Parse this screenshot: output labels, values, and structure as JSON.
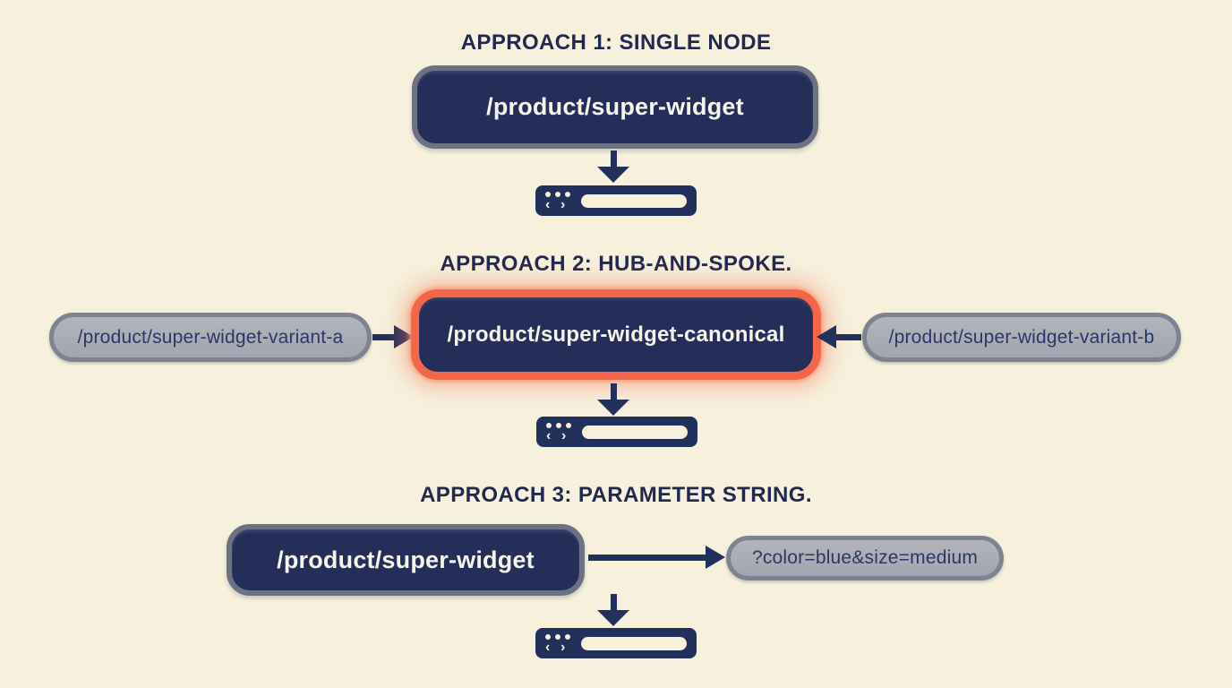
{
  "background": "#f6f0dc",
  "colors": {
    "navy_fill": "#242e58",
    "navy_border": "#6b7283",
    "title_text": "#21294f",
    "white_text": "#f5f3ea",
    "orange_accent": "#f4664a",
    "orange_glow": "#f77d5a",
    "gray_fill": "#aaadb5",
    "gray_border": "#7d8390",
    "gray_text": "#2b3766",
    "arrow": "#22305c"
  },
  "icons": {
    "browser_back_chevron": "‹",
    "browser_forward_chevron": "›"
  },
  "sections": [
    {
      "title": "APPROACH 1: SINGLE NODE",
      "node_label": "/product/super-widget"
    },
    {
      "title": "APPROACH 2: HUB-AND-SPOKE.",
      "hub_label": "/product/super-widget-canonical",
      "variant_a_label": "/product/super-widget-variant-a",
      "variant_b_label": "/product/super-widget-variant-b"
    },
    {
      "title": "APPROACH 3: PARAMETER STRING.",
      "node_label": "/product/super-widget",
      "param_label": "?color=blue&size=medium"
    }
  ]
}
